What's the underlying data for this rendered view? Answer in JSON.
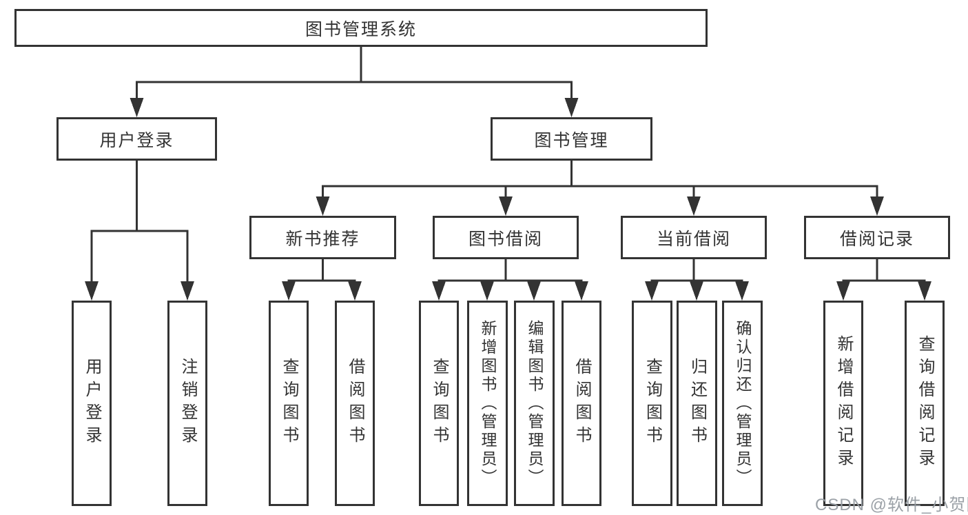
{
  "diagram": {
    "root": {
      "label": "图书管理系统"
    },
    "branches": [
      {
        "label": "用户登录",
        "children": [
          {
            "label": "用户登录"
          },
          {
            "label": "注销登录"
          }
        ]
      },
      {
        "label": "图书管理",
        "children": [
          {
            "label": "新书推荐",
            "children": [
              {
                "label": "查询图书"
              },
              {
                "label": "借阅图书"
              }
            ]
          },
          {
            "label": "图书借阅",
            "children": [
              {
                "label": "查询图书"
              },
              {
                "label": "新增图书（管理员）"
              },
              {
                "label": "编辑图书（管理员）"
              },
              {
                "label": "借阅图书"
              }
            ]
          },
          {
            "label": "当前借阅",
            "children": [
              {
                "label": "查询图书"
              },
              {
                "label": "归还图书"
              },
              {
                "label": "确认归还（管理员）"
              }
            ]
          },
          {
            "label": "借阅记录",
            "children": [
              {
                "label": "新增借阅记录"
              },
              {
                "label": "查询借阅记录"
              }
            ]
          }
        ]
      }
    ],
    "watermark": "CSDN @软件_小贺同学",
    "colors": {
      "line": "#333333",
      "text": "#333333",
      "box_background": "#ffffff",
      "watermark": "#969ca2"
    }
  }
}
